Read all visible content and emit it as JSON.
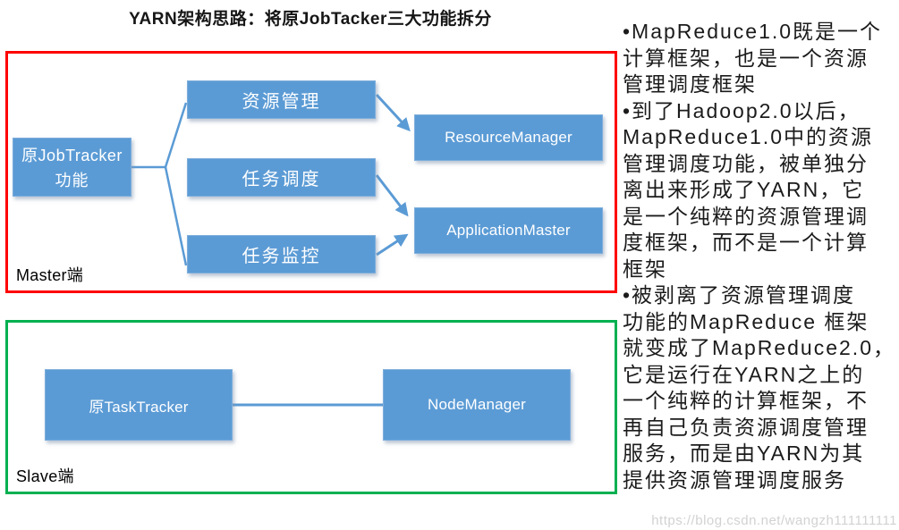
{
  "title": "YARN架构思路：将原JobTacker三大功能拆分",
  "diagram": {
    "master_group": {
      "label": "Master端",
      "jobtracker": {
        "line1": "原JobTracker",
        "line2": "功能"
      },
      "functions": [
        "资源管理",
        "任务调度",
        "任务监控"
      ],
      "resource_manager": "ResourceManager",
      "application_master": "ApplicationMaster"
    },
    "slave_group": {
      "label": "Slave端",
      "tasktracker": "原TaskTracker",
      "nodemanager": "NodeManager"
    }
  },
  "notes": {
    "lines": [
      "•MapReduce1.0既是一个",
      "计算框架，也是一个资源",
      "管理调度框架",
      "•到了Hadoop2.0以后，",
      "MapReduce1.0中的资源",
      "管理调度功能，被单独分",
      "离出来形成了YARN，它",
      "是一个纯粹的资源管理调",
      "度框架，而不是一个计算",
      "框架",
      "•被剥离了资源管理调度",
      "功能的MapReduce 框架",
      "就变成了MapReduce2.0，",
      "它是运行在YARN之上的",
      "一个纯粹的计算框架，不",
      "再自己负责资源调度管理",
      "服务，而是由YARN为其",
      "提供资源管理调度服务"
    ]
  },
  "watermark": "https://blog.csdn.net/wangzh111111111",
  "colors": {
    "node_fill": "#5B9BD5",
    "node_border": "#7EAEDC",
    "master_border": "#FF0000",
    "slave_border": "#00B050",
    "connector": "#5B9BD5",
    "watermark_gray": "#D2D2D2"
  }
}
